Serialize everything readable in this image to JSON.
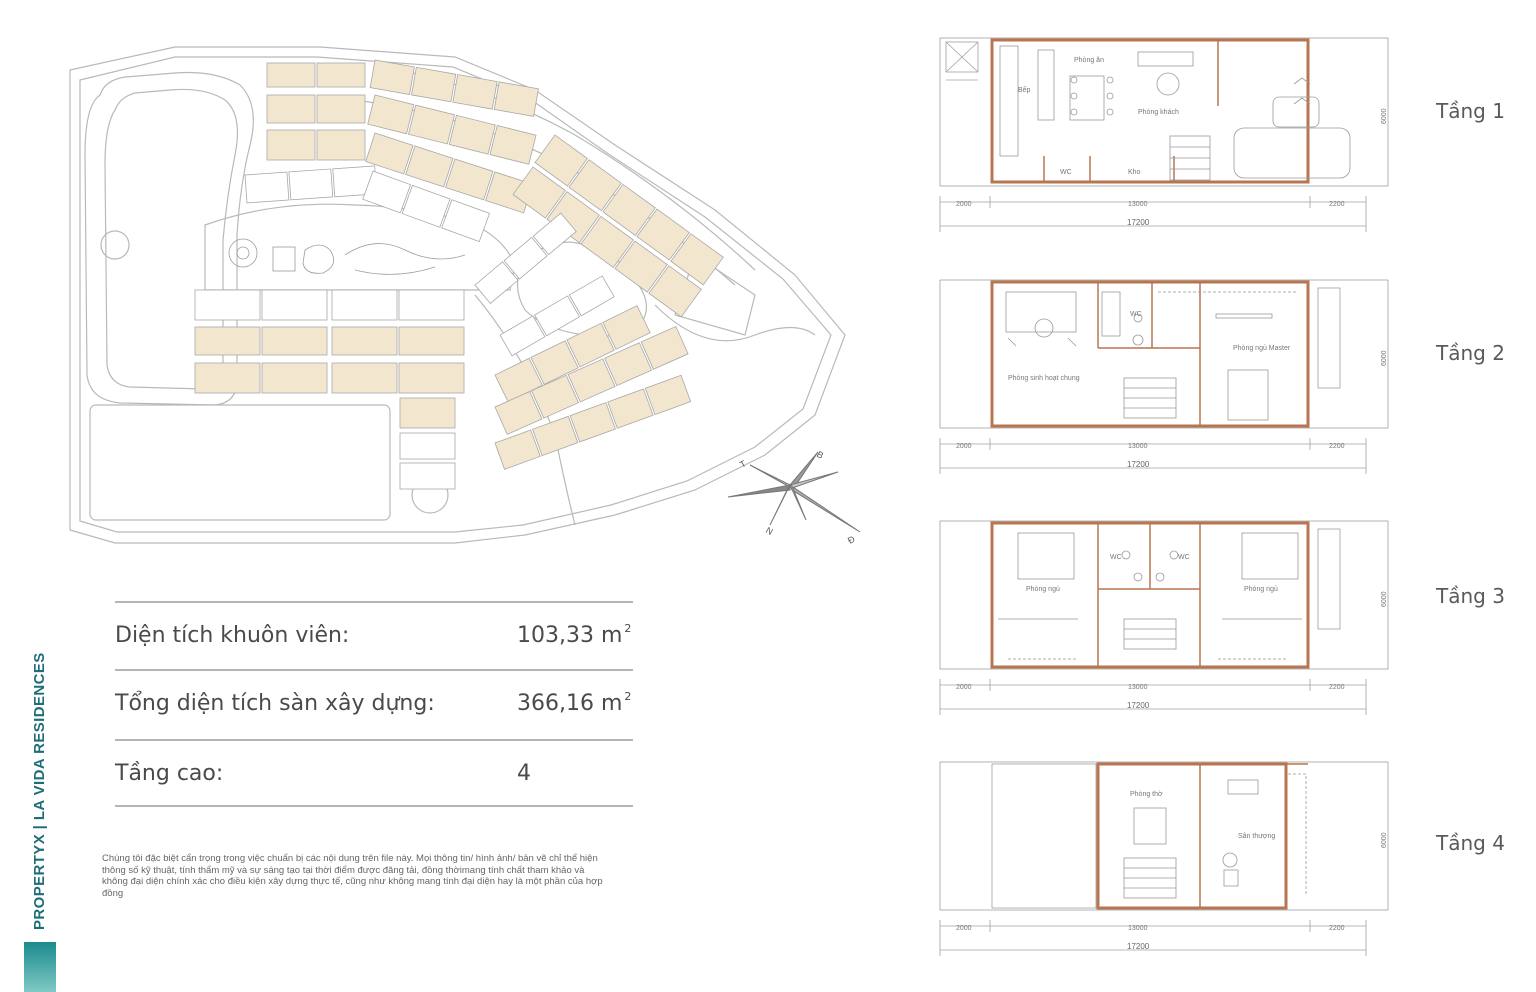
{
  "brand": {
    "side_text": "PROPERTYX | LA VIDA RESIDENCES",
    "accent": "#1c8a8e"
  },
  "specs": [
    {
      "label": "Diện tích khuôn viên:",
      "value": "103,33 m",
      "unit_sup": "2"
    },
    {
      "label": "Tổng diện tích sàn xây dựng:",
      "value": "366,16 m",
      "unit_sup": "2"
    },
    {
      "label": "Tầng cao:",
      "value": "4",
      "unit_sup": ""
    }
  ],
  "disclaimer": "Chúng tôi đặc biệt cẩn trọng trong việc chuẩn bị các nội dung trên file này. Mọi thông tin/ hình ảnh/ bản vẽ chỉ thể hiện thông số kỹ thuật, tính thẩm mỹ và sự sáng tạo tại thời điểm được  đăng tải, đồng thờimang tính chất tham khảo và không đại diện chính xác cho điều kiện xây dựng thực tế, cũng như không mang tính đại diện hay là một phần của hợp đồng",
  "compass": {
    "letters": [
      "T",
      "B",
      "N",
      "Đ"
    ]
  },
  "floors": [
    {
      "label": "Tầng 1",
      "rooms": [
        "Phòng ăn",
        "Bếp",
        "Phòng khách",
        "WC",
        "Kho"
      ],
      "dims": {
        "left": "2000",
        "mid": "13000",
        "right": "2200",
        "total": "17200",
        "depth": "6000"
      }
    },
    {
      "label": "Tầng 2",
      "rooms": [
        "WC",
        "Phòng ngủ Master",
        "Phòng sinh hoạt chung"
      ],
      "dims": {
        "left": "2000",
        "mid": "13000",
        "right": "2200",
        "total": "17200",
        "depth": "6000"
      }
    },
    {
      "label": "Tầng 3",
      "rooms": [
        "WC",
        "WC",
        "Phòng ngủ",
        "Phòng ngủ"
      ],
      "dims": {
        "left": "2000",
        "mid": "13000",
        "right": "2200",
        "total": "17200",
        "depth": "6000"
      }
    },
    {
      "label": "Tầng 4",
      "rooms": [
        "Phòng thờ",
        "Sân thượng"
      ],
      "dims": {
        "left": "2000",
        "mid": "13000",
        "right": "2200",
        "total": "17200",
        "depth": "6000"
      }
    }
  ],
  "colors": {
    "plot_fill": "#f3e6cf",
    "wall": "#b87550",
    "line": "#9a9a9a"
  }
}
